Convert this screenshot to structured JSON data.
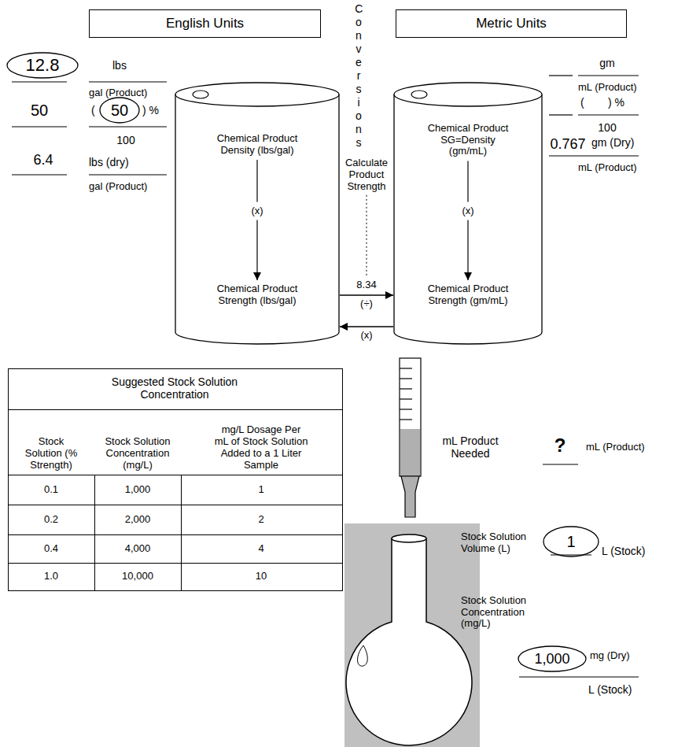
{
  "diagram": {
    "nodes": [
      {
        "text": [
          "English Units"
        ]
      },
      {
        "text": [
          "Metric Units"
        ]
      },
      {
        "text": [
          "12.8"
        ]
      },
      {
        "text": [
          "50"
        ]
      },
      {
        "text": [
          "Chemical Product Density (lbs/gal)",
          "(x)",
          "Chemical Product Strength (lbs/gal)"
        ]
      },
      {
        "text": [
          "Chemical Product SG=Density (gm/mL)",
          "(x)",
          "Chemical Product Strength (gm/mL)"
        ]
      },
      {
        "text": [
          "1"
        ]
      },
      {
        "text": [
          "1,000"
        ]
      }
    ],
    "edges": [
      {
        "from": 4,
        "to": 5,
        "arrow": "to",
        "label": "(÷)"
      },
      {
        "from": 5,
        "to": 4,
        "arrow": "to",
        "label": "(x)"
      }
    ],
    "labels": [
      "Conversions",
      "lbs",
      "gal (Product)",
      "50",
      "(",
      ") %",
      "100",
      "6.4",
      "lbs (dry)",
      "gal (Product)",
      "gm",
      "mL (Product)",
      "(",
      ") %",
      "100",
      "0.767",
      "gm (Dry)",
      "mL (Product)",
      "Calculate Product Strength",
      "8.34",
      "Suggested Stock Solution Concentration",
      "Stock Solution (% Strength)",
      "Stock Solution Concentration (mg/L)",
      "mg/L Dosage Per mL of Stock Solution Added to a 1 Liter Sample",
      "0.1",
      "1,000",
      "1",
      "0.2",
      "2,000",
      "2",
      "0.4",
      "4,000",
      "4",
      "1.0",
      "10,000",
      "10",
      "mL Product Needed",
      "?",
      "mL (Product)",
      "Stock Solution Volume (L)",
      "L (Stock)",
      "Stock Solution Concentration (mg/L)",
      "mg (Dry)",
      "L (Stock)"
    ]
  }
}
